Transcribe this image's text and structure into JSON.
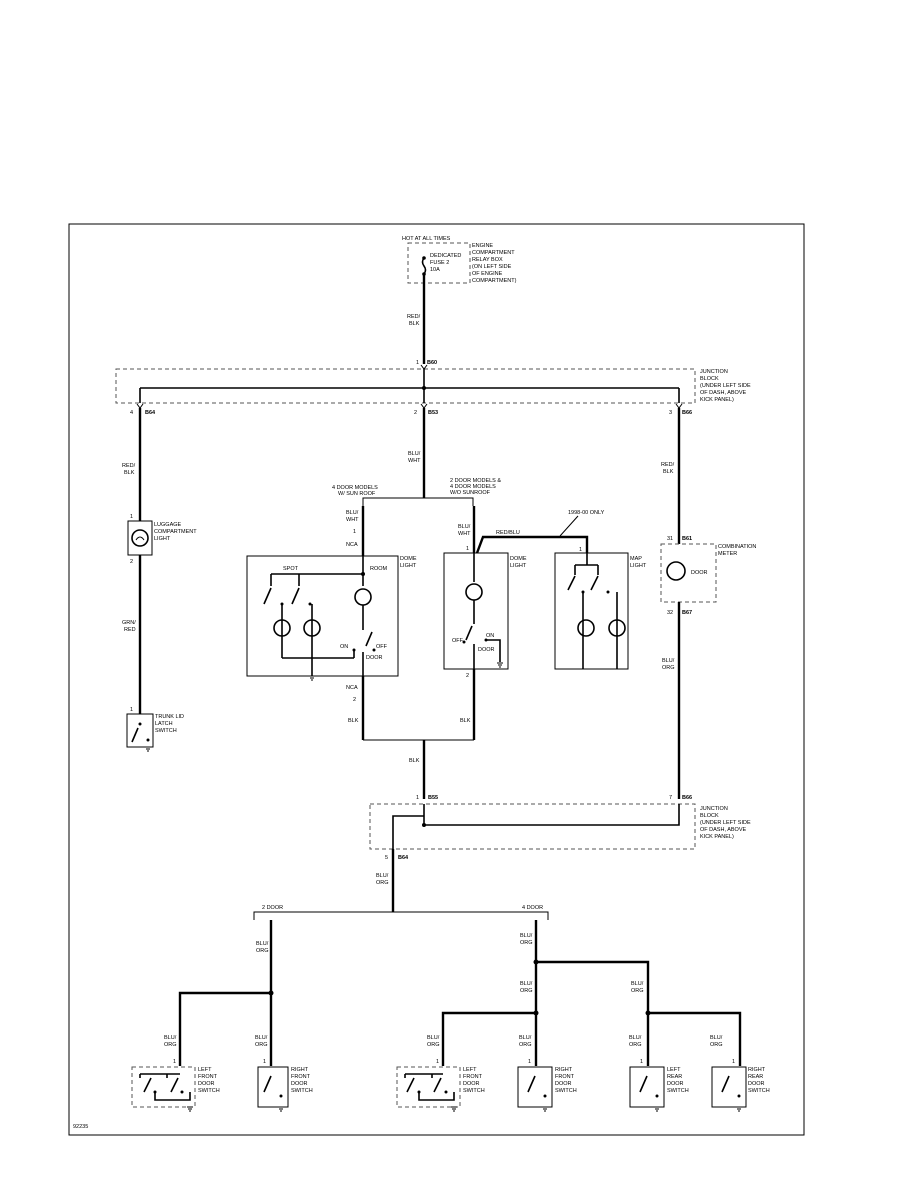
{
  "labels": {
    "hot": "HOT AT ALL TIMES",
    "fuse_name_1": "DEDICATED",
    "fuse_name_2": "FUSE 2",
    "fuse_amp": "10A",
    "ecr_1": "ENGINE",
    "ecr_2": "COMPARTMENT",
    "ecr_3": "RELAY BOX",
    "ecr_4": "(ON LEFT SIDE",
    "ecr_5": "OF ENGINE",
    "ecr_6": "COMPARTMENT)",
    "jb1_1": "JUNCTION",
    "jb1_2": "BLOCK",
    "jb1_3": "(UNDER LEFT SIDE",
    "jb1_4": "OF DASH, ABOVE",
    "jb1_5": "KICK PANEL)",
    "jb2_1": "JUNCTION",
    "jb2_2": "BLOCK",
    "jb2_3": "(UNDER LEFT SIDE",
    "jb2_4": "OF DASH, ABOVE",
    "jb2_5": "KICK PANEL)",
    "w_redblk_1": "RED/",
    "w_redblk_2": "BLK",
    "w_bluwht_1": "BLU/",
    "w_bluwht_2": "WHT",
    "w_grnred_1": "GRN/",
    "w_grnred_2": "RED",
    "w_bluorg_1": "BLU/",
    "w_bluorg_2": "ORG",
    "w_blk": "BLK",
    "w_redblu": "RED/BLU",
    "w_nca": "NCA",
    "c_b60": "B60",
    "c_b64": "B64",
    "c_b53": "B53",
    "c_b66": "B66",
    "c_b67": "B67",
    "c_b55": "B55",
    "c_b61": "B61",
    "luggage_1": "LUGGAGE",
    "luggage_2": "COMPARTMENT",
    "luggage_3": "LIGHT",
    "trunk_1": "TRUNK LID",
    "trunk_2": "LATCH",
    "trunk_3": "SWITCH",
    "grp4_1": "4 DOOR MODELS",
    "grp4_2": "W/ SUN ROOF",
    "grp2_1": "2 DOOR MODELS &",
    "grp2_2": "4 DOOR MODELS",
    "grp2_3": "W/O SUNROOF",
    "only": "1998-00 ONLY",
    "dome_1": "DOME",
    "dome_2": "LIGHT",
    "spot": "SPOT",
    "room": "ROOM",
    "on": "ON",
    "off": "OFF",
    "door": "DOOR",
    "map_1": "MAP",
    "map_2": "LIGHT",
    "cm_1": "COMBINATION",
    "cm_2": "METER",
    "two_door": "2 DOOR",
    "four_door": "4 DOOR",
    "lf_1": "LEFT",
    "lf_2": "FRONT",
    "lf_3": "DOOR",
    "lf_4": "SWITCH",
    "rf_1": "RIGHT",
    "rf_2": "FRONT",
    "rf_3": "DOOR",
    "rf_4": "SWITCH",
    "lr_1": "LEFT",
    "lr_2": "REAR",
    "lr_3": "DOOR",
    "lr_4": "SWITCH",
    "rr_1": "RIGHT",
    "rr_2": "REAR",
    "rr_3": "DOOR",
    "rr_4": "SWITCH",
    "pin_1": "1",
    "pin_2": "2",
    "pin_3": "3",
    "pin_4": "4",
    "pin_5": "5",
    "pin_7": "7",
    "pin_31": "31",
    "pin_32": "32",
    "fig_id": "92235"
  }
}
